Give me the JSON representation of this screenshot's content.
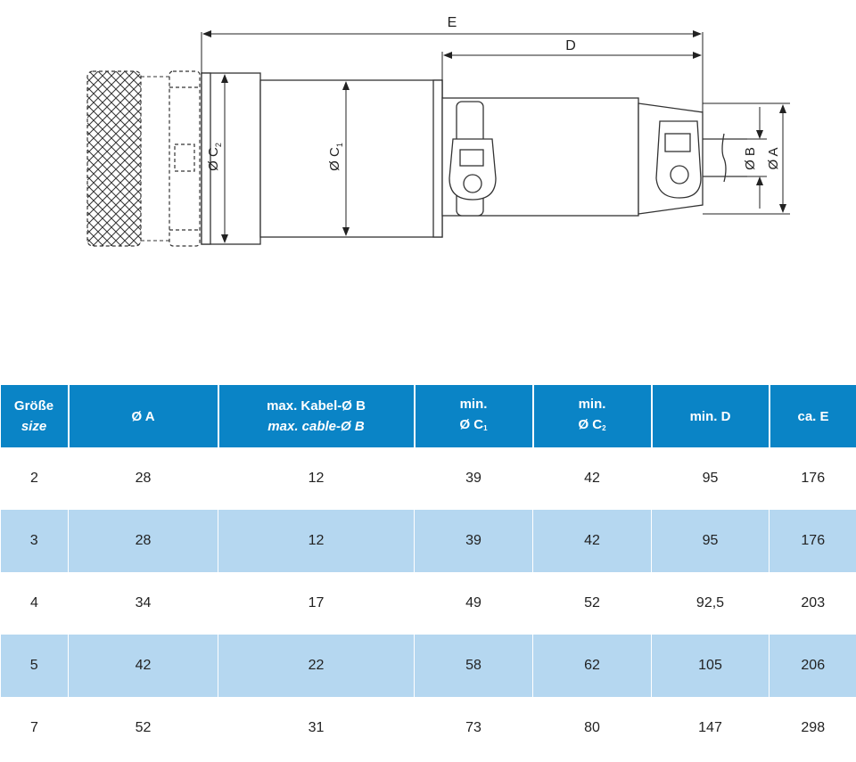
{
  "drawing": {
    "dim_E": "E",
    "dim_D": "D",
    "dim_A": "Ø A",
    "dim_B": "Ø B",
    "dim_C1_prefix": "Ø C",
    "dim_C1_sub": "1",
    "dim_C2_prefix": "Ø C",
    "dim_C2_sub": "2"
  },
  "table": {
    "headers": [
      {
        "de": "Größe",
        "en": "size"
      },
      {
        "de": "Ø A"
      },
      {
        "de": "max. Kabel-Ø B",
        "en": "max. cable-Ø B"
      },
      {
        "line1": "min.",
        "line2": "Ø C",
        "sub": "1"
      },
      {
        "line1": "min.",
        "line2": "Ø C",
        "sub": "2"
      },
      {
        "de": "min. D"
      },
      {
        "de": "ca. E"
      }
    ],
    "rows": [
      [
        "2",
        "28",
        "12",
        "39",
        "42",
        "95",
        "176"
      ],
      [
        "3",
        "28",
        "12",
        "39",
        "42",
        "95",
        "176"
      ],
      [
        "4",
        "34",
        "17",
        "49",
        "52",
        "92,5",
        "203"
      ],
      [
        "5",
        "42",
        "22",
        "58",
        "62",
        "105",
        "206"
      ],
      [
        "7",
        "52",
        "31",
        "73",
        "80",
        "147",
        "298"
      ]
    ]
  },
  "colors": {
    "header_bg": "#0a84c6",
    "row_alt_bg": "#b5d7f0"
  }
}
